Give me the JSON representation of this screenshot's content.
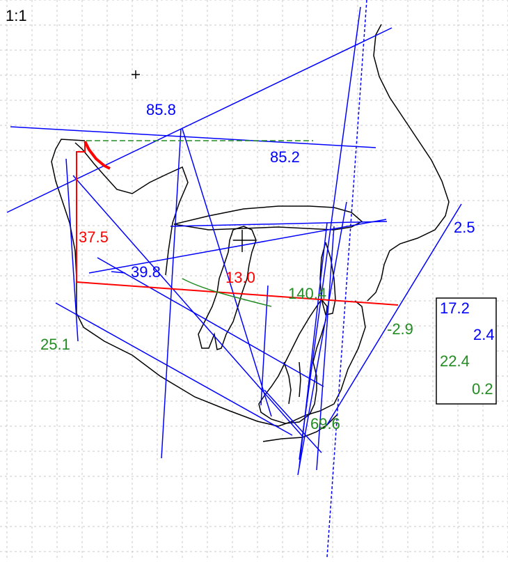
{
  "view": {
    "scale_label": "1:1"
  },
  "colors": {
    "grid": "#c8c8c8",
    "outline": "#000000",
    "analysis_line": "#0000ff",
    "red_measure": "#ff0000",
    "green_measure": "#008000",
    "text_blue": "#0000ff",
    "text_red": "#ff0000",
    "text_green": "#228b22"
  },
  "icons": {
    "cursor": "crosshair-icon"
  },
  "measurements": {
    "top_angle": "85.8",
    "fh_angle": "85.2",
    "ramus_height": "37.5",
    "gonial_small": "39.8",
    "incisor_angle": "13.0",
    "interincisal": "140.4",
    "profile_right": "2.5",
    "lower_lip": "-2.9",
    "mandibular_plane": "25.1",
    "chin_angle": "69.6"
  },
  "legend": {
    "blue_top": "17.2",
    "blue_bottom": "2.4",
    "green_top": "22.4",
    "green_bottom": "0.2"
  }
}
